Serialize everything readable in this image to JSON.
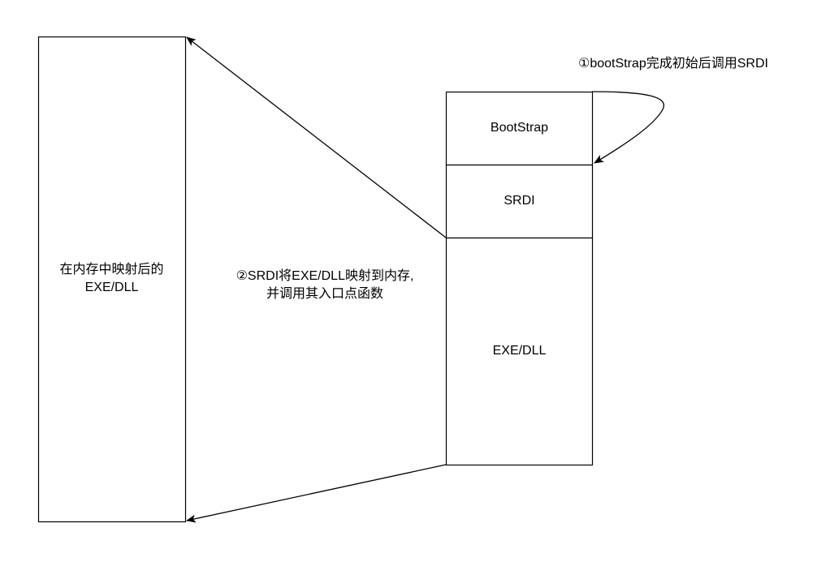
{
  "left_block": {
    "line1": "在内存中映射后的",
    "line2": "EXE/DLL"
  },
  "stack": {
    "bootstrap": "BootStrap",
    "srdi": "SRDI",
    "exe_dll": "EXE/DLL"
  },
  "annotations": {
    "step1": "①bootStrap完成初始后调用SRDI",
    "step2_line1": "②SRDI将EXE/DLL映射到内存,",
    "step2_line2": "并调用其入口点函数"
  },
  "colors": {
    "stroke": "#000000",
    "background": "#ffffff"
  }
}
